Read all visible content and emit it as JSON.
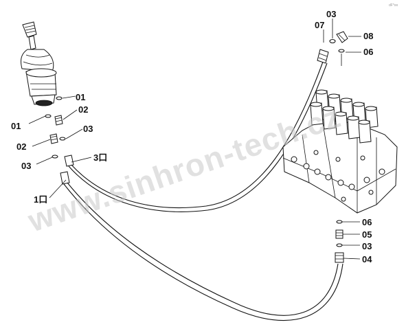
{
  "corner_mark": "dF*oo",
  "watermark": "www.sinhron-tech.cz",
  "labels": {
    "l_07": "07",
    "l_03_top": "03",
    "l_08": "08",
    "l_06_top": "06",
    "l_01_right": "01",
    "l_02_right": "02",
    "l_03_right": "03",
    "l_01_left": "01",
    "l_02_left": "02",
    "l_03_left": "03",
    "l_port3": "3口",
    "l_port1": "1口",
    "l_06_bottom": "06",
    "l_05": "05",
    "l_03_bottom": "03",
    "l_04": "04"
  }
}
